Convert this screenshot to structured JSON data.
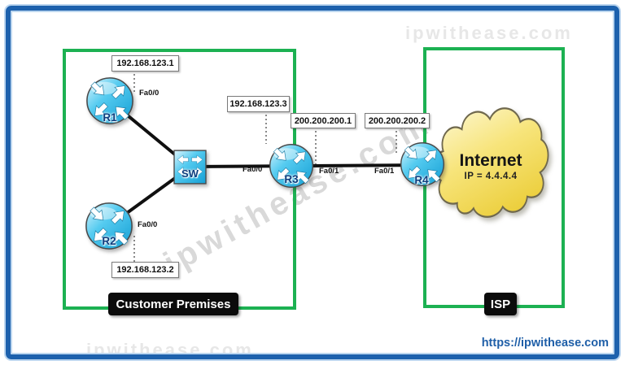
{
  "diagram": {
    "site_url": "https://ipwithease.com",
    "watermark": "ipwithease.com",
    "zones": [
      {
        "label": "Customer Premises"
      },
      {
        "label": "ISP"
      }
    ],
    "devices": [
      {
        "label": "R1",
        "type": "router"
      },
      {
        "label": "R2",
        "type": "router"
      },
      {
        "label": "R3",
        "type": "router"
      },
      {
        "label": "R4",
        "type": "router"
      },
      {
        "label": "SW",
        "type": "switch"
      }
    ],
    "cloud": {
      "title": "Internet",
      "ip": "IP = 4.4.4.4"
    },
    "ip_labels": [
      {
        "text": "192.168.123.1",
        "attached_to": "R1"
      },
      {
        "text": "192.168.123.3",
        "attached_to": "R3"
      },
      {
        "text": "200.200.200.1",
        "attached_to": "R3"
      },
      {
        "text": "200.200.200.2",
        "attached_to": "R4"
      },
      {
        "text": "192.168.123.2",
        "attached_to": "R2"
      }
    ],
    "interface_labels": [
      {
        "text": "Fa0/0",
        "device": "R1"
      },
      {
        "text": "Fa0/0",
        "device": "R3"
      },
      {
        "text": "Fa0/1",
        "device": "R3"
      },
      {
        "text": "Fa0/1",
        "device": "R4"
      },
      {
        "text": "Fa0/0",
        "device": "R2"
      }
    ],
    "colors": {
      "frame_blue": "#1d61ad",
      "zone_green": "#1cb152",
      "device_cyan": "#2bb9e9",
      "cloud_yellow": "#f2d94e",
      "url_blue": "#1f5fa8",
      "watermark_gray": "#d9d9d9"
    }
  }
}
